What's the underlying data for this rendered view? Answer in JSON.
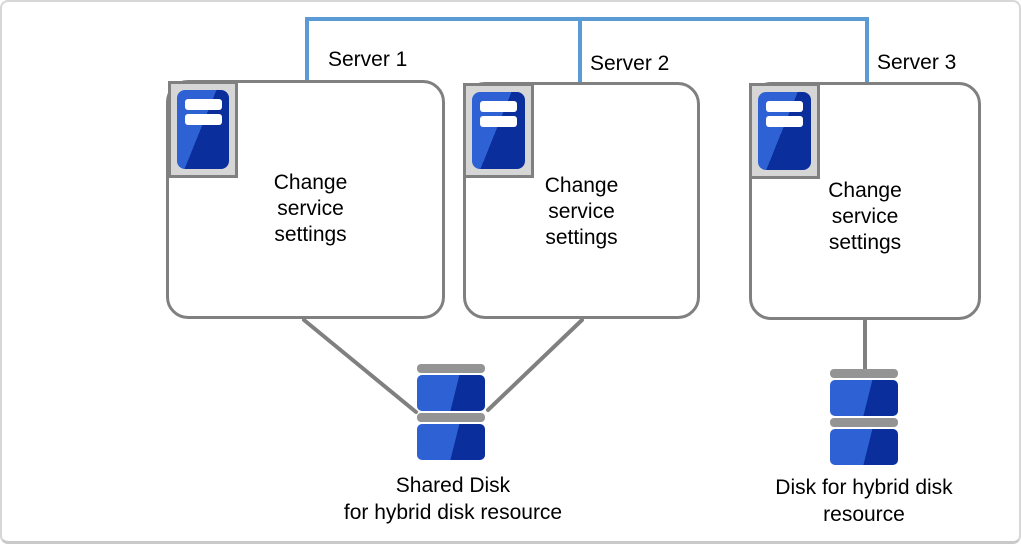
{
  "diagram": {
    "servers": [
      {
        "label": "Server 1",
        "body": "Change\nservice\nsettings"
      },
      {
        "label": "Server 2",
        "body": "Change\nservice\nsettings"
      },
      {
        "label": "Server 3",
        "body": "Change\nservice\nsettings"
      }
    ],
    "disks": [
      {
        "label": "Shared Disk\nfor hybrid disk resource"
      },
      {
        "label": "Disk for hybrid disk\nresource"
      }
    ],
    "icons": [
      "server-icon",
      "shared-disk-icon",
      "hybrid-disk-icon"
    ],
    "colors": {
      "network_line": "#5b9bd5",
      "line_gray": "#808080",
      "box_border": "#808080",
      "icon_tray_gray": "#d6d6d6",
      "icon_blue_light": "#2e62d4",
      "icon_blue_dark": "#0a2f9c",
      "disk_bar_gray": "#949494",
      "canvas_border": "#d7d7d7",
      "text": "#000000"
    }
  }
}
